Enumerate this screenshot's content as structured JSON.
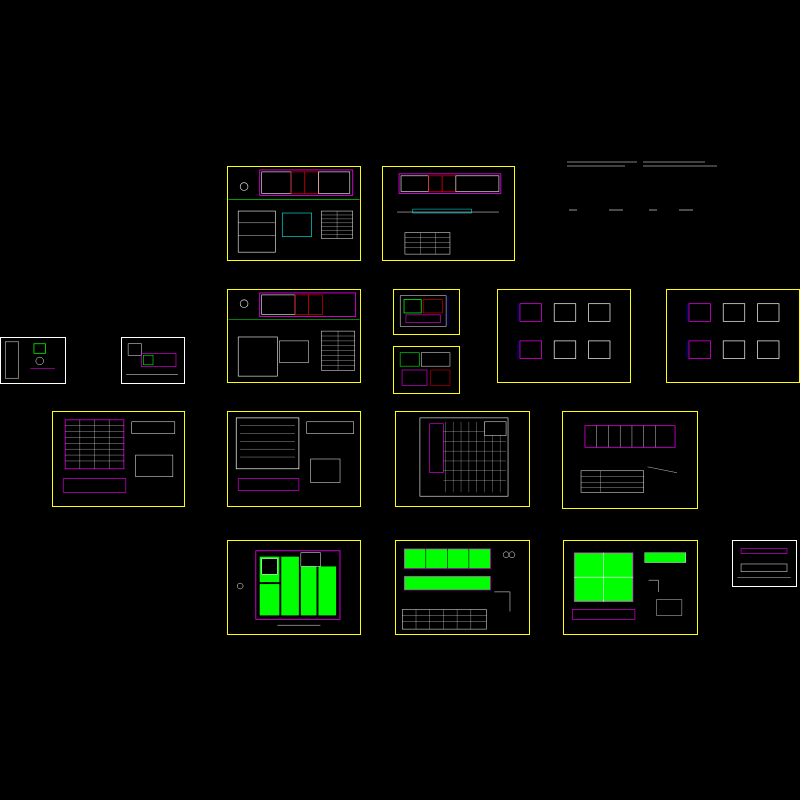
{
  "canvas": {
    "background": "#000000"
  },
  "palette": {
    "frame": "#ffff00",
    "frame_alt": "#ffffff",
    "line": "#ffffff",
    "accent": "#ff00ff",
    "fill": "#00ff00",
    "blue": "#0000ff",
    "red": "#ff0000",
    "cyan": "#00ffff"
  },
  "sheets": [
    {
      "id": "s01",
      "kind": "plan-combo"
    },
    {
      "id": "s02",
      "kind": "strip-plan"
    },
    {
      "id": "s03",
      "kind": "plan-combo"
    },
    {
      "id": "s04",
      "kind": "small-detail"
    },
    {
      "id": "s05",
      "kind": "small-detail"
    },
    {
      "id": "s06",
      "kind": "detail-grid"
    },
    {
      "id": "s07",
      "kind": "detail-grid"
    },
    {
      "id": "s08",
      "kind": "mini"
    },
    {
      "id": "s09",
      "kind": "mini-wide"
    },
    {
      "id": "s10",
      "kind": "section-table"
    },
    {
      "id": "s11",
      "kind": "section-table"
    },
    {
      "id": "s12",
      "kind": "dense-schedule"
    },
    {
      "id": "s13",
      "kind": "elevation-table"
    },
    {
      "id": "s14",
      "kind": "green-plan"
    },
    {
      "id": "s15",
      "kind": "green-sections"
    },
    {
      "id": "s16",
      "kind": "green-slab"
    },
    {
      "id": "s17",
      "kind": "section-mini"
    }
  ]
}
